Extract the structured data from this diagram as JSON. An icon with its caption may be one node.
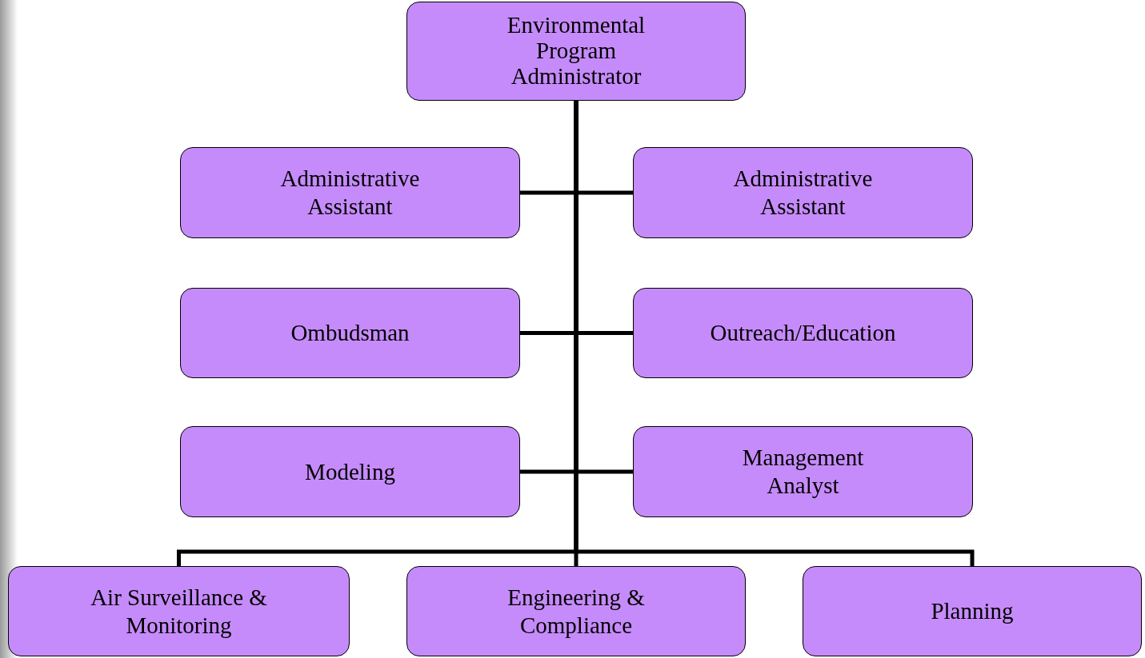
{
  "diagram": {
    "nodes": [
      {
        "text": [
          "Environmental Program Administrator"
        ]
      },
      {
        "text": [
          "Administrative Assistant"
        ]
      },
      {
        "text": [
          "Administrative Assistant"
        ]
      },
      {
        "text": [
          "Ombudsman"
        ]
      },
      {
        "text": [
          "Outreach/Education"
        ]
      },
      {
        "text": [
          "Modeling"
        ]
      },
      {
        "text": [
          "Management Analyst"
        ]
      },
      {
        "text": [
          "Air Surveillance & Monitoring"
        ]
      },
      {
        "text": [
          "Engineering & Compliance"
        ]
      },
      {
        "text": [
          "Planning"
        ]
      }
    ],
    "edges": [
      {
        "from": 0,
        "to": 1,
        "arrow": "none"
      },
      {
        "from": 0,
        "to": 2,
        "arrow": "none"
      },
      {
        "from": 0,
        "to": 3,
        "arrow": "none"
      },
      {
        "from": 0,
        "to": 4,
        "arrow": "none"
      },
      {
        "from": 0,
        "to": 5,
        "arrow": "none"
      },
      {
        "from": 0,
        "to": 6,
        "arrow": "none"
      },
      {
        "from": 0,
        "to": 7,
        "arrow": "none"
      },
      {
        "from": 0,
        "to": 8,
        "arrow": "none"
      },
      {
        "from": 0,
        "to": 9,
        "arrow": "none"
      }
    ]
  }
}
